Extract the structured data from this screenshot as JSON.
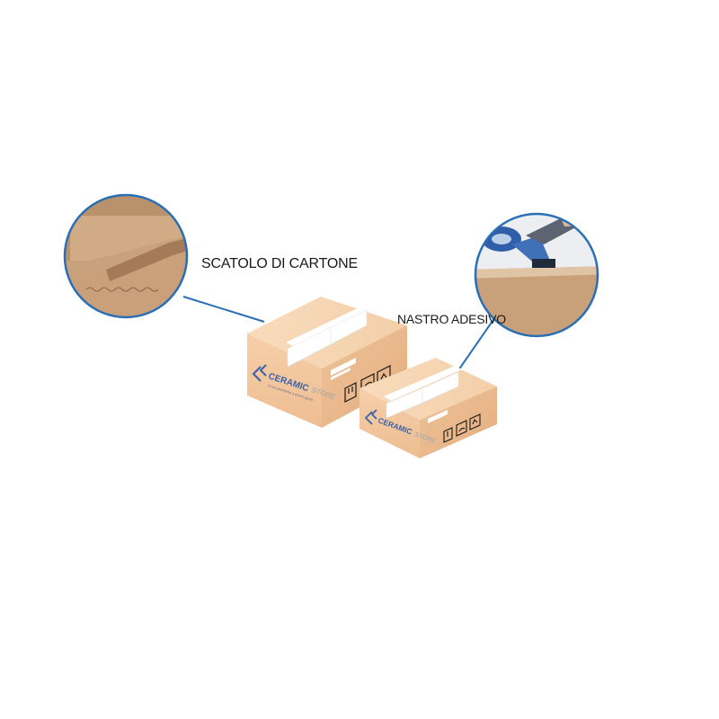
{
  "labels": {
    "box": "SCATOLO DI CARTONE",
    "tape": "NASTRO ADESIVO"
  },
  "brand": {
    "name_primary": "CERAMIC",
    "name_secondary": "STORE",
    "tagline": "la tua piastrella a prezzi giusti"
  },
  "colors": {
    "callout_line": "#2a6fb6",
    "cardboard_front": "#f3c8a0",
    "cardboard_top": "#f7d6b5",
    "cardboard_side": "#eab98b",
    "brand_blue": "#3a62a8",
    "brand_gray": "#9aa5b1"
  },
  "icons": {
    "box_zoom": "corrugated-cardboard-closeup",
    "tape_zoom": "tape-dispenser-closeup",
    "handling_symbols": [
      "fragile-glass-icon",
      "keep-dry-umbrella-icon",
      "this-side-up-arrows-icon"
    ]
  }
}
